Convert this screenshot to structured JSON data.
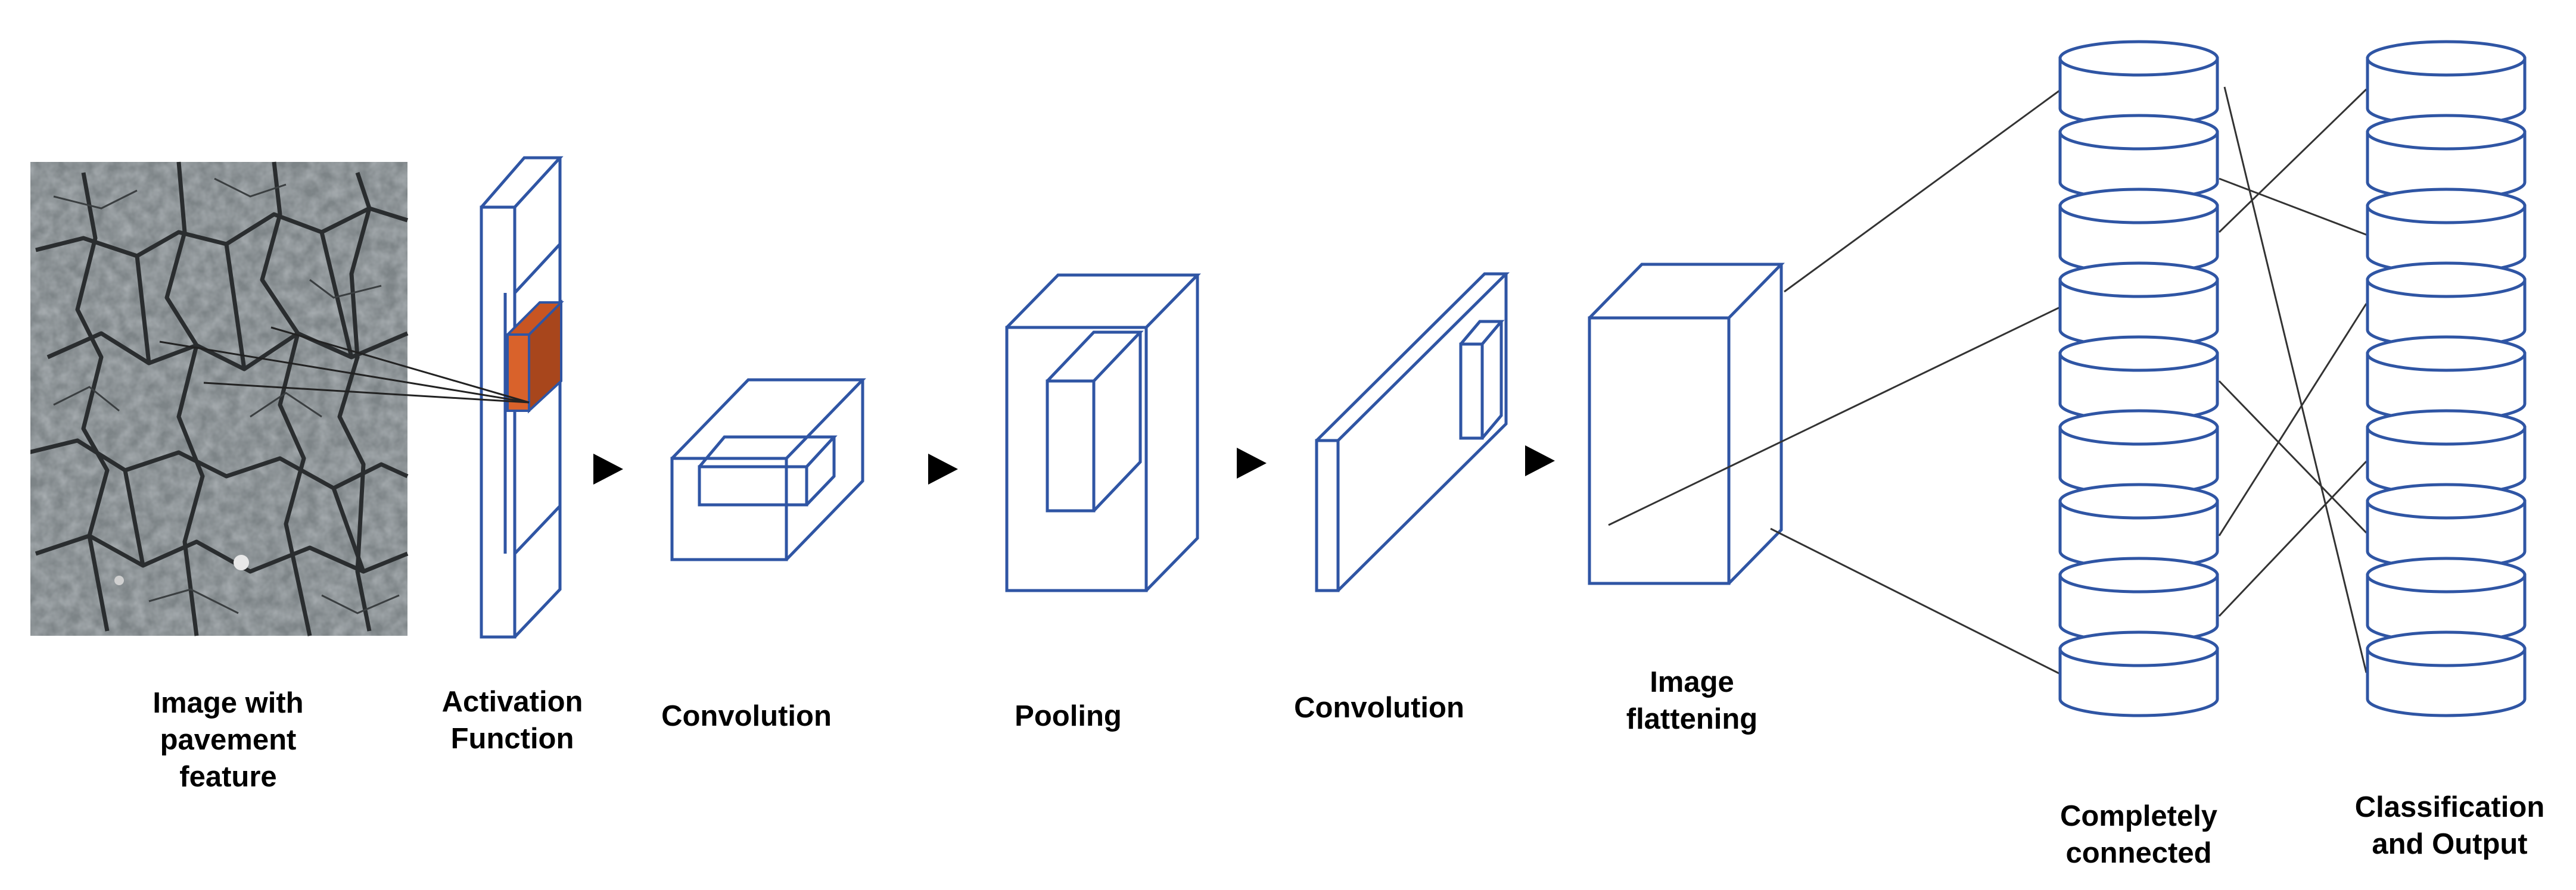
{
  "colors": {
    "outline": "#2F55A4",
    "highlight_front": "#D9622B",
    "highlight_dark": "#A8461C",
    "arrow": "#000000",
    "connector": "#333333",
    "pavement_base": "#7d8487"
  },
  "labels": {
    "input": "Image with\npavement\nfeature",
    "activation": "Activation\nFunction",
    "conv1": "Convolution",
    "pooling": "Pooling",
    "conv2": "Convolution",
    "flatten": "Image\nflattening",
    "fc": "Completely\nconnected",
    "output": "Classification\nand Output"
  },
  "fc_layer": {
    "disc_count": 9
  },
  "output_layer": {
    "disc_count": 9
  }
}
